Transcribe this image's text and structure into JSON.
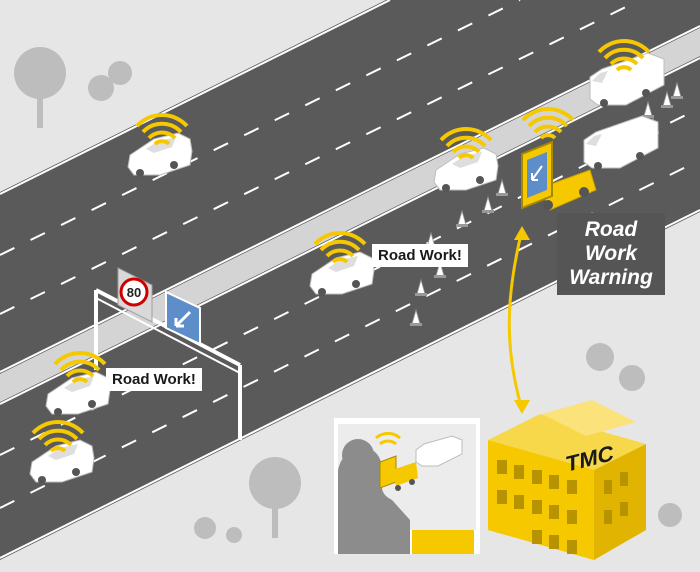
{
  "labels": {
    "road_work_1": "Road Work!",
    "road_work_2": "Road Work!",
    "warning_line1": "Road",
    "warning_line2": "Work",
    "warning_line3": "Warning",
    "tmc": "TMC",
    "speed_limit": "80"
  },
  "icons": {
    "wifi": "wireless-signal-icon",
    "arrow": "arrow-down-left-icon"
  },
  "colors": {
    "background": "#e6e6e6",
    "road": "#5a5a5a",
    "accent_yellow": "#f5c800",
    "gray_label": "#555555"
  }
}
